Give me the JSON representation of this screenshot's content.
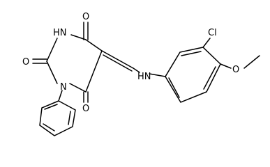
{
  "molecule": {
    "atoms": {
      "o_top": "O",
      "nh_ring": "HN",
      "o_left": "O",
      "n_ring": "N",
      "o_bottom": "O",
      "nh_link": "HN",
      "cl": "Cl",
      "o_methoxy": "O"
    },
    "colors": {
      "bond": "#000000",
      "label": "#000000",
      "background": "#ffffff"
    }
  }
}
